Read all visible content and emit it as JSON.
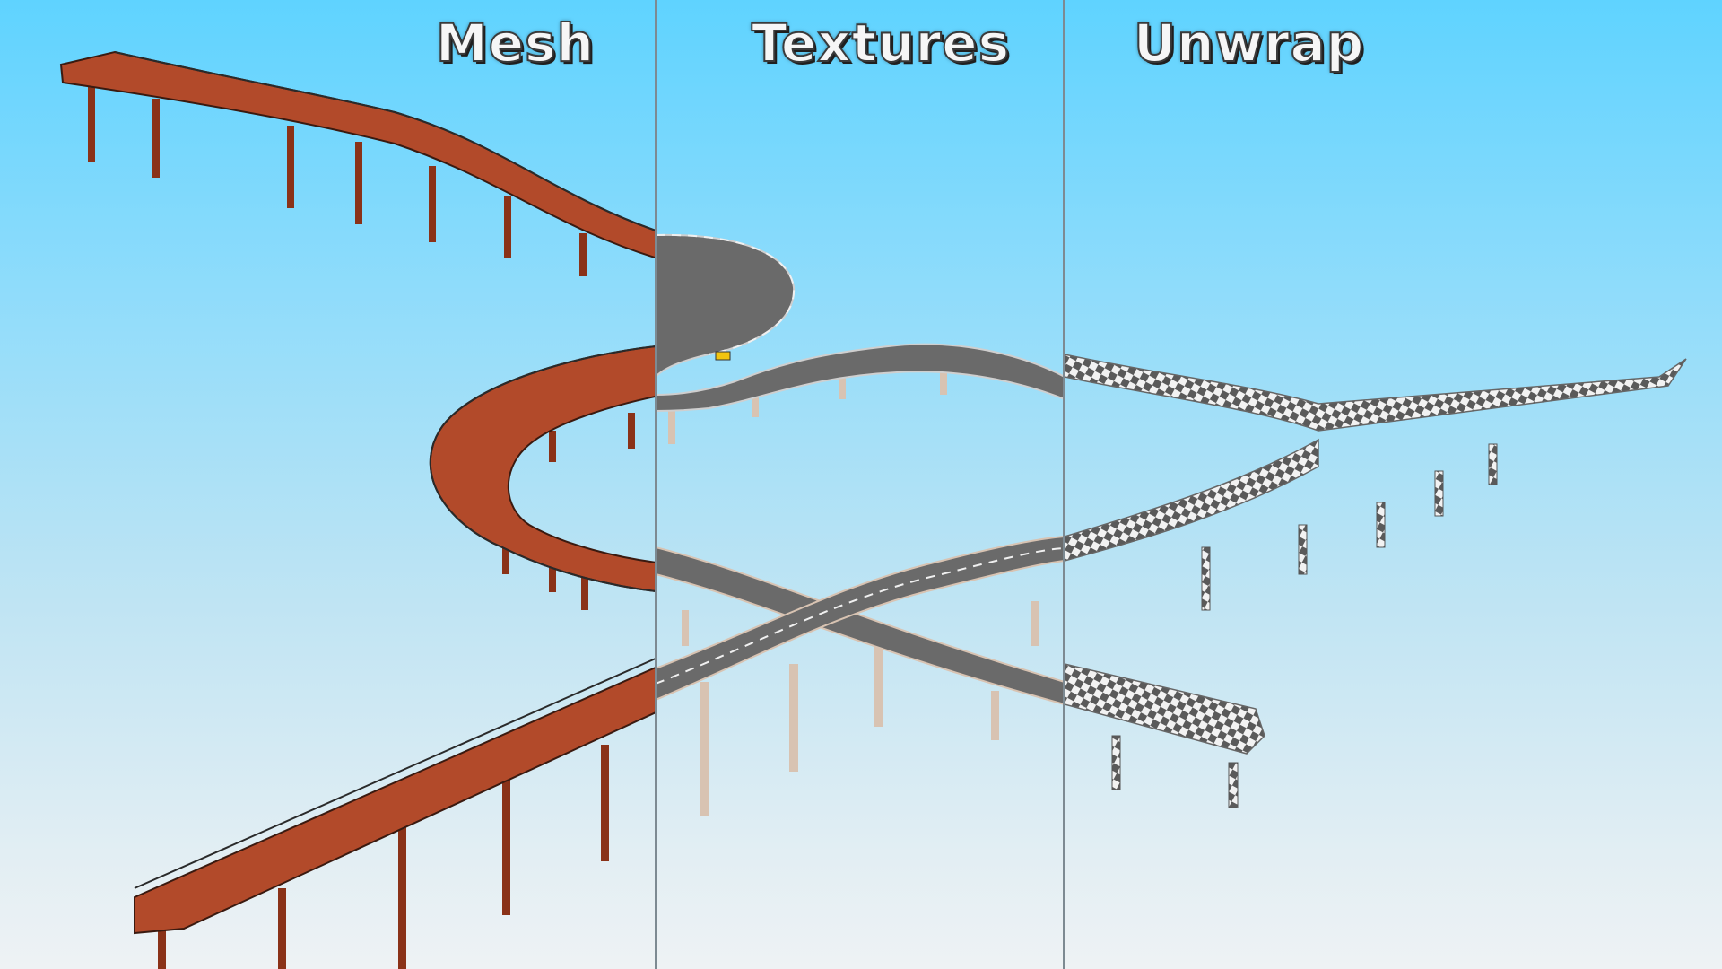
{
  "labels": {
    "mesh": "Mesh",
    "textures": "Textures",
    "unwrap": "Unwrap"
  },
  "colors": {
    "sky_top": "#5fd3ff",
    "sky_bottom": "#eef2f4",
    "mesh_deck": "#b24a2a",
    "mesh_pillar": "#8a3218",
    "texture_road": "#6a6a6a",
    "texture_concrete": "#d8c3b2",
    "checker_dark": "#5a5a5a",
    "checker_light": "#f2f2f2",
    "divider": "#7d8a92"
  }
}
